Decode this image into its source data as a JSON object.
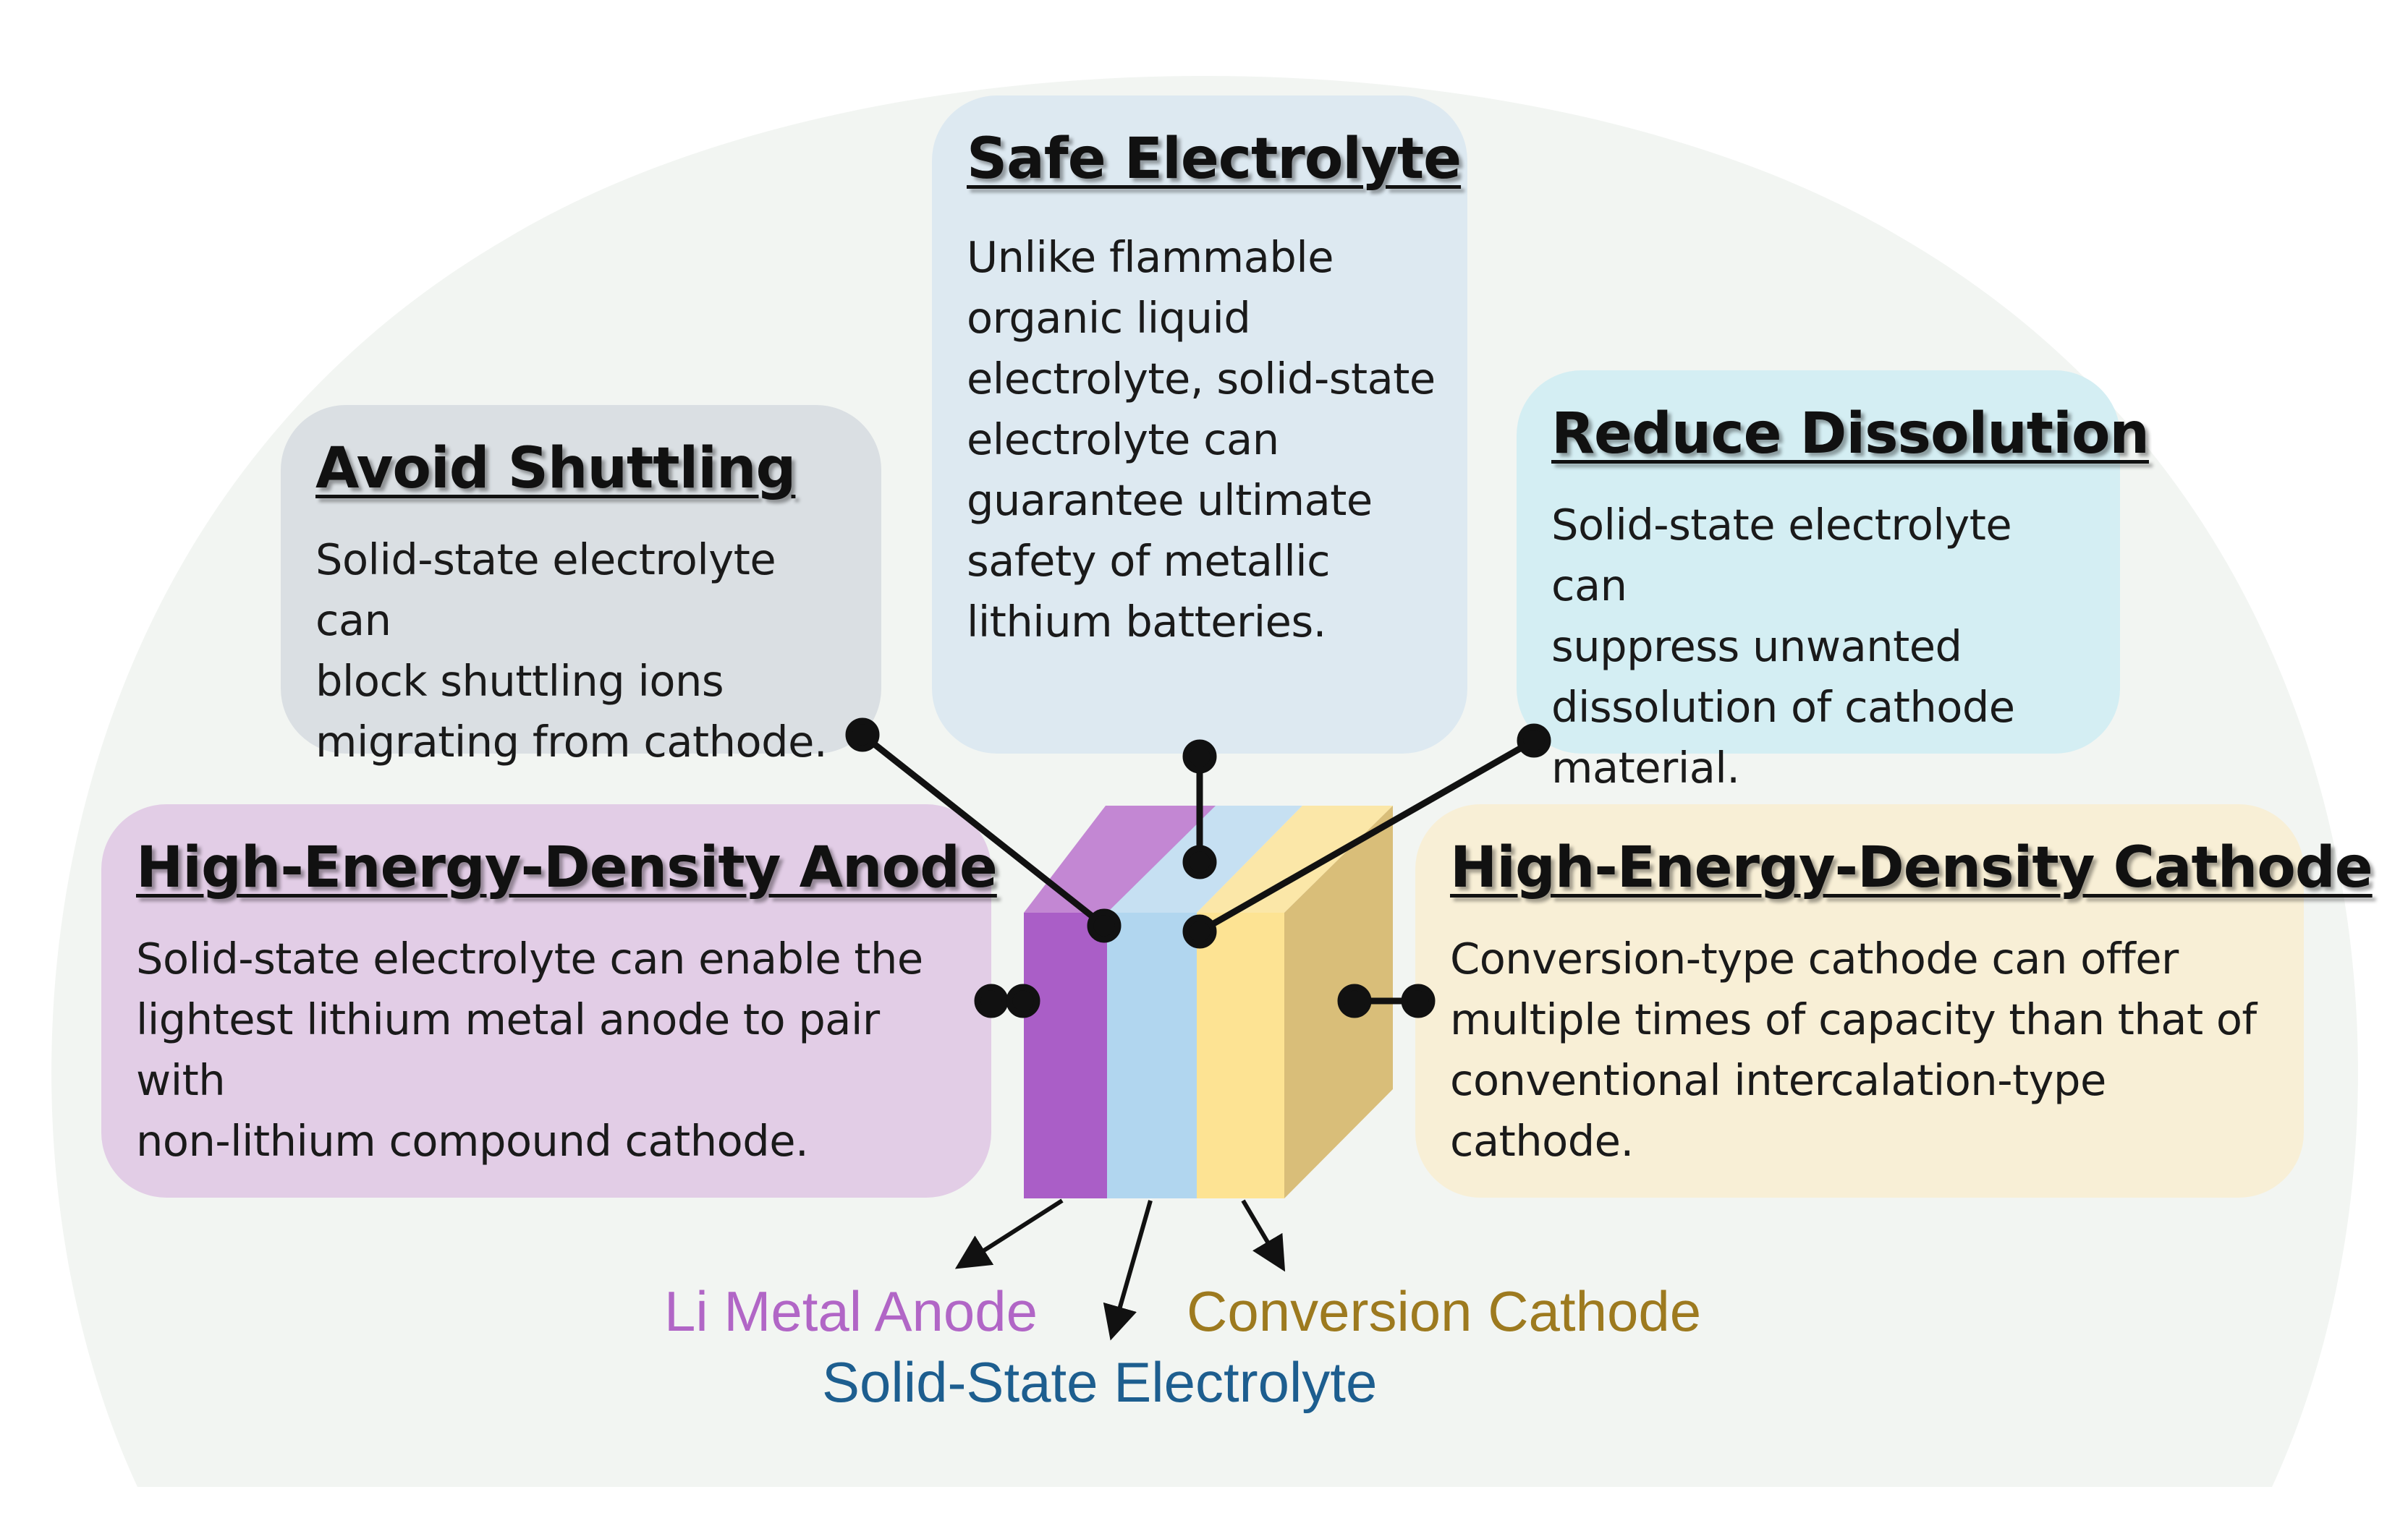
{
  "cards": {
    "safe": {
      "title": "Safe Electrolyte",
      "lines": [
        "Unlike flammable",
        "organic liquid",
        "electrolyte, solid-state",
        "electrolyte can",
        "guarantee ultimate",
        "safety of metallic",
        "lithium batteries."
      ]
    },
    "shuttling": {
      "title": "Avoid Shuttling",
      "lines": [
        "Solid-state electrolyte can",
        "block shuttling ions",
        "migrating from cathode."
      ]
    },
    "dissolution": {
      "title": "Reduce Dissolution",
      "lines": [
        "Solid-state electrolyte can",
        "suppress unwanted",
        "dissolution of cathode",
        "material."
      ]
    },
    "anode": {
      "title": "High-Energy-Density Anode",
      "lines": [
        "Solid-state electrolyte can enable the",
        "lightest lithium metal anode to pair with",
        "non-lithium compound cathode."
      ]
    },
    "cathode": {
      "title": "High-Energy-Density Cathode",
      "lines": [
        "Conversion-type cathode can offer",
        "multiple times of capacity than that of",
        "conventional intercalation-type cathode."
      ]
    }
  },
  "labels": {
    "anode": "Li Metal Anode",
    "electrolyte": "Solid-State Electrolyte",
    "cathode": "Conversion Cathode"
  },
  "colors": {
    "backdrop": "#f2f5f2",
    "safe_box": "#dde9f1",
    "shuttling_box": "#dadfe3",
    "dissolution_box": "#d4eef3",
    "anode_box": "#e2cde6",
    "cathode_box": "#f8efd6",
    "anode_layer": "#aa5ec7",
    "electrolyte_layer": "#b1d6ef",
    "cathode_layer": "#fde393",
    "anode_text": "#b166c6",
    "electrolyte_text": "#1d5e8f",
    "cathode_text": "#9d7a1f"
  }
}
